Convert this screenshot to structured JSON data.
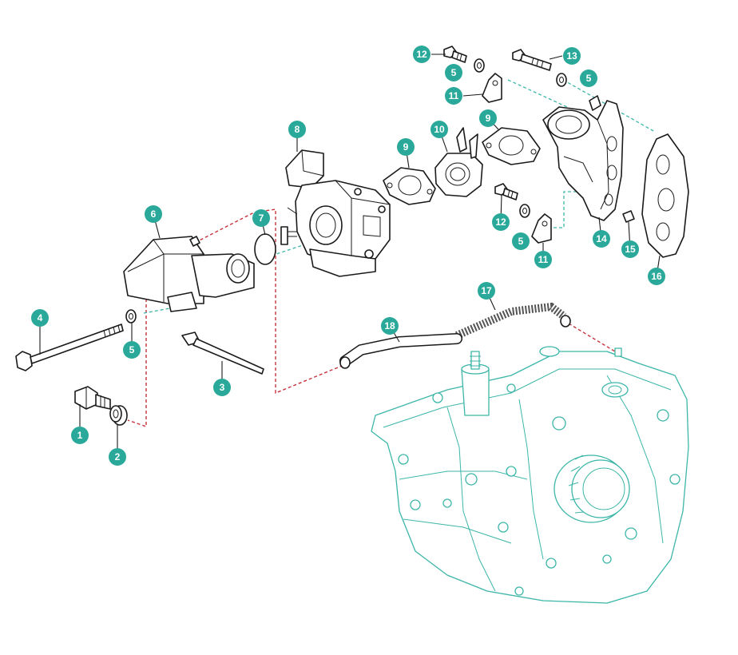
{
  "colors": {
    "callout": "#2aa99b",
    "engine_outline": "#3cb6a8",
    "assembly_line_red": "#c8323c",
    "assembly_line_teal": "#3cb6a8",
    "part_ink": "#1a1a1a"
  },
  "callouts": [
    {
      "id": "c1",
      "label": "1"
    },
    {
      "id": "c2",
      "label": "2"
    },
    {
      "id": "c3",
      "label": "3"
    },
    {
      "id": "c4",
      "label": "4"
    },
    {
      "id": "c5a",
      "label": "5"
    },
    {
      "id": "c5b",
      "label": "5"
    },
    {
      "id": "c5c",
      "label": "5"
    },
    {
      "id": "c5d",
      "label": "5"
    },
    {
      "id": "c6",
      "label": "6"
    },
    {
      "id": "c7",
      "label": "7"
    },
    {
      "id": "c8",
      "label": "8"
    },
    {
      "id": "c9a",
      "label": "9"
    },
    {
      "id": "c9b",
      "label": "9"
    },
    {
      "id": "c10",
      "label": "10"
    },
    {
      "id": "c11a",
      "label": "11"
    },
    {
      "id": "c11b",
      "label": "11"
    },
    {
      "id": "c12a",
      "label": "12"
    },
    {
      "id": "c12b",
      "label": "12"
    },
    {
      "id": "c13",
      "label": "13"
    },
    {
      "id": "c14",
      "label": "14"
    },
    {
      "id": "c15",
      "label": "15"
    },
    {
      "id": "c16",
      "label": "16"
    },
    {
      "id": "c17",
      "label": "17"
    },
    {
      "id": "c18",
      "label": "18"
    }
  ]
}
